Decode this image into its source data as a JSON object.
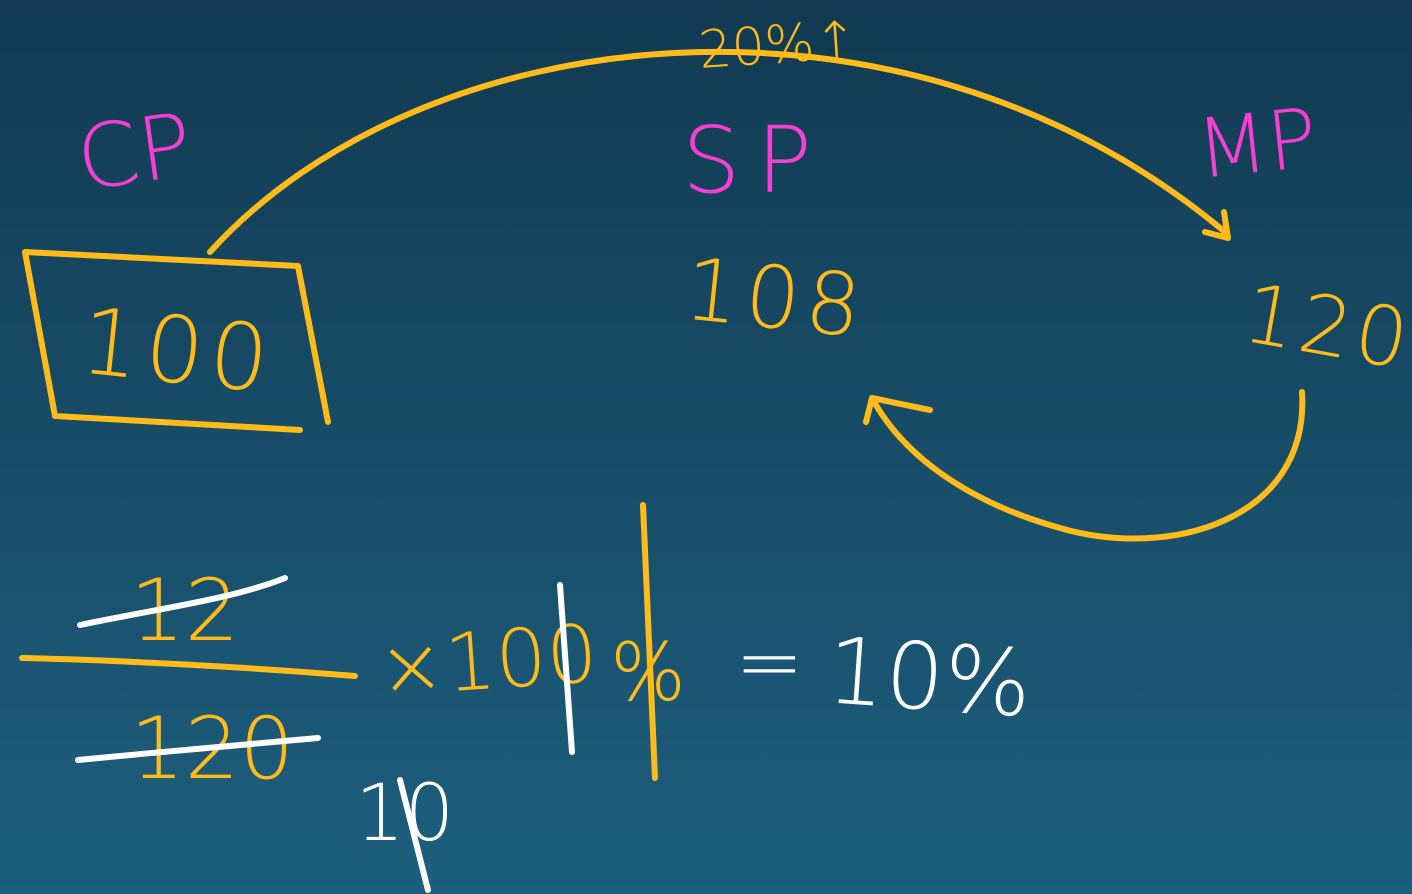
{
  "labels": {
    "cp": "CP",
    "sp": "SP",
    "mp": "MP",
    "markup_percent": "20%↑"
  },
  "values": {
    "cp": "100",
    "sp": "108",
    "mp": "120"
  },
  "calculation": {
    "numerator": "12",
    "denominator": "120",
    "multiplier": "×100",
    "percent_sign": "%",
    "equals": "=",
    "result": "10%",
    "cancel_note": "10"
  },
  "colors": {
    "background_top": "#123a52",
    "background_bottom": "#1d5f7e",
    "label": "#f53fd2",
    "ink_yellow": "#ffbb1a",
    "ink_white": "#ffffff"
  }
}
